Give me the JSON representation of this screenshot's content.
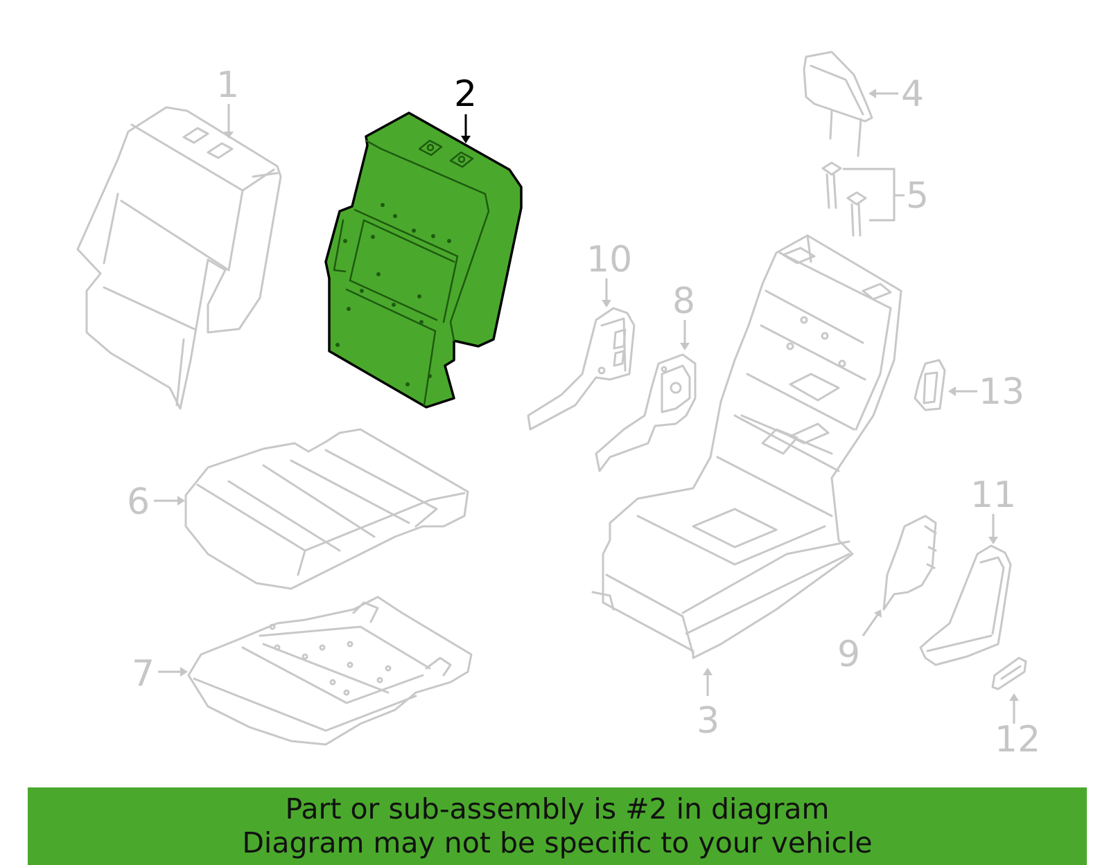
{
  "diagram": {
    "highlight_color": "#4aa92c",
    "outline_color": "#c8c8c8",
    "highlighted_part": "2",
    "callouts": [
      {
        "id": "c1",
        "label": "1"
      },
      {
        "id": "c2",
        "label": "2"
      },
      {
        "id": "c3",
        "label": "3"
      },
      {
        "id": "c4",
        "label": "4"
      },
      {
        "id": "c5",
        "label": "5"
      },
      {
        "id": "c6",
        "label": "6"
      },
      {
        "id": "c7",
        "label": "7"
      },
      {
        "id": "c8",
        "label": "8"
      },
      {
        "id": "c9",
        "label": "9"
      },
      {
        "id": "c10",
        "label": "10"
      },
      {
        "id": "c11",
        "label": "11"
      },
      {
        "id": "c12",
        "label": "12"
      },
      {
        "id": "c13",
        "label": "13"
      }
    ]
  },
  "banner": {
    "line1": "Part or sub-assembly is #2 in diagram",
    "line2": "Diagram may not be specific to your vehicle"
  }
}
